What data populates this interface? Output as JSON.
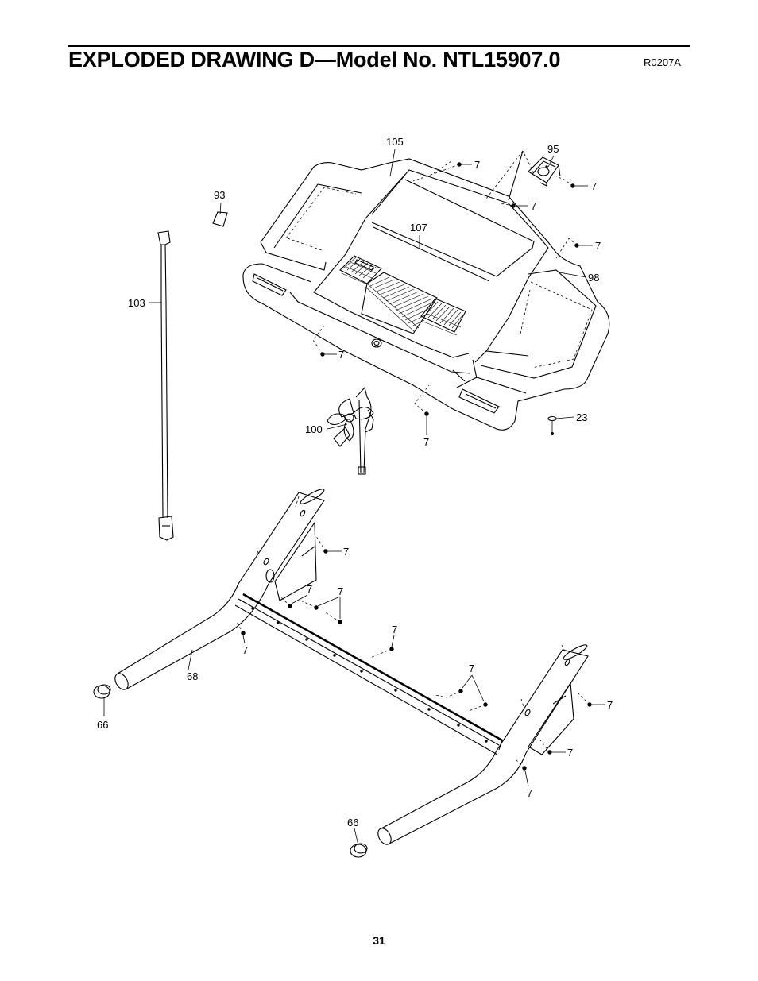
{
  "header": {
    "title": "EXPLODED DRAWING D—Model No. NTL15907.0",
    "drawing_code": "R0207A"
  },
  "callouts": {
    "p105": "105",
    "p95": "95",
    "p93": "93",
    "p107": "107",
    "p98": "98",
    "p103": "103",
    "p100": "100",
    "p23": "23",
    "p68": "68",
    "p66": "66",
    "p7": "7"
  },
  "footer": {
    "page_number": "31"
  }
}
